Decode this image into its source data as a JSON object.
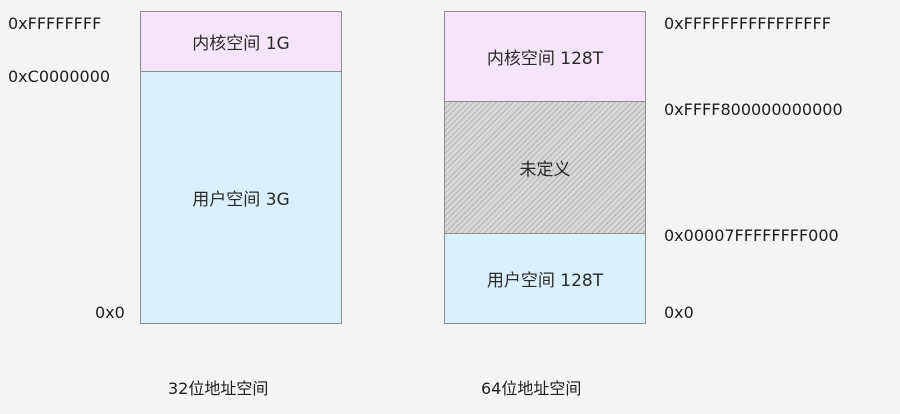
{
  "left_diagram": {
    "labels": {
      "top": "0xFFFFFFFF",
      "split": "0xC0000000",
      "bottom": "0x0"
    },
    "kernel_label": "内核空间 1G",
    "user_label": "用户空间 3G",
    "caption": "32位地址空间",
    "colors": {
      "kernel": "#f6e4fa",
      "user": "#daf0fc"
    }
  },
  "right_diagram": {
    "labels": {
      "top": "0xFFFFFFFFFFFFFFFF",
      "kernel_start": "0xFFFF800000000000",
      "user_end": "0x00007FFFFFFFF000",
      "bottom": "0x0"
    },
    "kernel_label": "内核空间 128T",
    "undefined_label": "未定义",
    "user_label": "用户空间 128T",
    "caption": "64位地址空间",
    "colors": {
      "kernel": "#f6e4fa",
      "undefined": "#d8d8d8",
      "user": "#daf0fc"
    }
  }
}
